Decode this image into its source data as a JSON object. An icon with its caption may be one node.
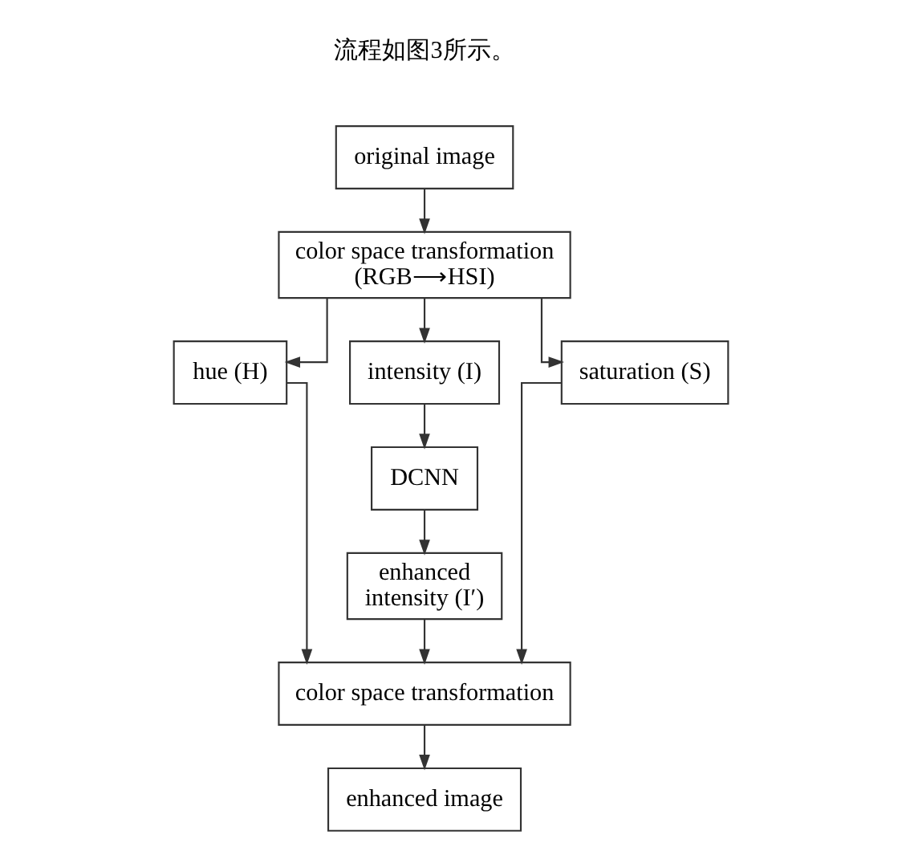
{
  "diagram": {
    "nodes": [
      {
        "text": [
          "original image"
        ]
      },
      {
        "text": [
          "color space transformation (RGB⟶HSI)"
        ]
      },
      {
        "text": [
          "hue (H)"
        ]
      },
      {
        "text": [
          "intensity (I)"
        ]
      },
      {
        "text": [
          "saturation (S)"
        ]
      },
      {
        "text": [
          "DCNN"
        ]
      },
      {
        "text": [
          "enhanced intensity (I′)"
        ]
      },
      {
        "text": [
          "color space transformation"
        ]
      },
      {
        "text": [
          "enhanced image"
        ]
      }
    ],
    "edges": [
      {
        "from": 0,
        "to": 1,
        "arrow": "to"
      },
      {
        "from": 1,
        "to": 2,
        "arrow": "to"
      },
      {
        "from": 1,
        "to": 3,
        "arrow": "to"
      },
      {
        "from": 1,
        "to": 4,
        "arrow": "to"
      },
      {
        "from": 3,
        "to": 5,
        "arrow": "to"
      },
      {
        "from": 5,
        "to": 6,
        "arrow": "to"
      },
      {
        "from": 2,
        "to": 7,
        "arrow": "to"
      },
      {
        "from": 6,
        "to": 7,
        "arrow": "to"
      },
      {
        "from": 4,
        "to": 7,
        "arrow": "to"
      },
      {
        "from": 7,
        "to": 8,
        "arrow": "to"
      }
    ],
    "labels": [
      "流程如图3所示。"
    ]
  }
}
